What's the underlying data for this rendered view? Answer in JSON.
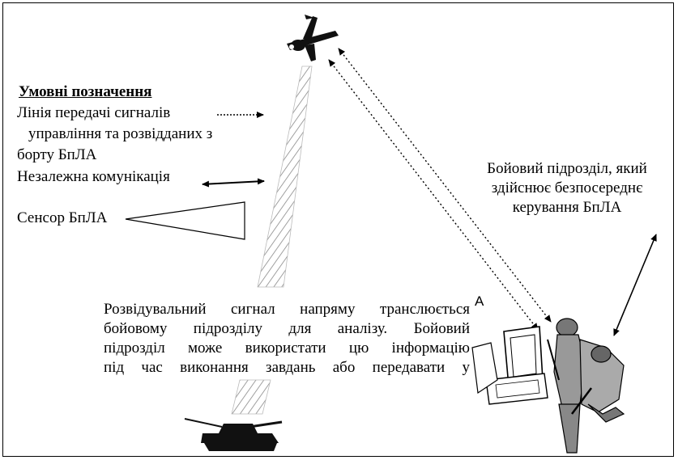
{
  "legend": {
    "title": "Умовні позначення",
    "line1": "Лінія передачі сигналів",
    "line2": "управління та розвідданих з",
    "line3": "борту БпЛА",
    "comm": "Незалежна комунікація",
    "sensor": "Сенсор БпЛА"
  },
  "unit_label": "Бойовий підрозділ, який здійснює безпосереднє керування БпЛА",
  "recon_text": {
    "line1": "Розвідувальний сигнал напряму транслюється",
    "line2": "бойовому підрозділу для аналізу. Бойовий",
    "line3": "підрозділ може використати цю інформацію",
    "line4": "під час виконання завдань або передавати у"
  },
  "letter_a": "A",
  "icons": [
    "uav-icon",
    "tank-icon",
    "soldiers-icon",
    "control-station-icon"
  ]
}
